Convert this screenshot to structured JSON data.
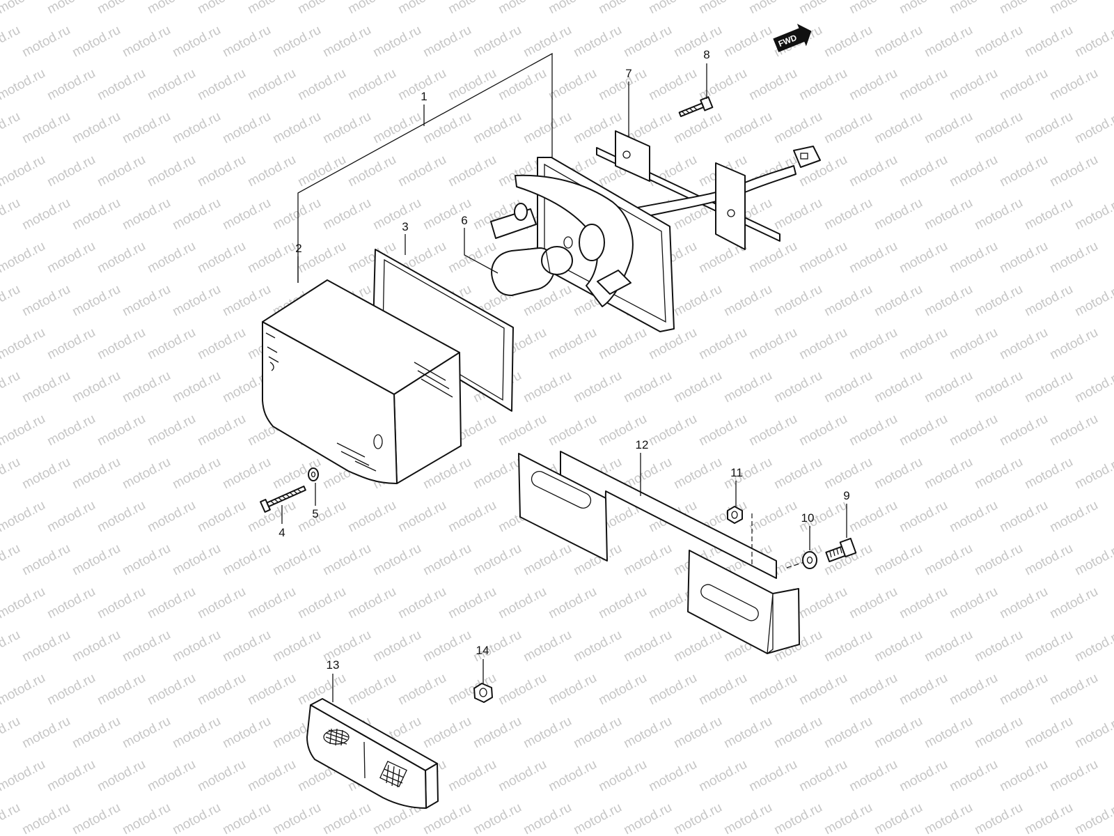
{
  "watermark": {
    "text": "motod.ru",
    "color": "#c6c6c6"
  },
  "direction_badge": {
    "label": "FWD",
    "icon": "forward-arrow-icon"
  },
  "callouts": {
    "c1": "1",
    "c2": "2",
    "c3": "3",
    "c4": "4",
    "c5": "5",
    "c6": "6",
    "c7": "7",
    "c8": "8",
    "c9": "9",
    "c10": "10",
    "c11": "11",
    "c12": "12",
    "c13": "13",
    "c14": "14"
  },
  "parts": [
    {
      "callout": "1",
      "icon": "taillight-assembly-bracket-icon"
    },
    {
      "callout": "2",
      "icon": "taillight-lens-icon"
    },
    {
      "callout": "3",
      "icon": "lens-gasket-icon"
    },
    {
      "callout": "4",
      "icon": "screw-icon"
    },
    {
      "callout": "5",
      "icon": "washer-icon"
    },
    {
      "callout": "6",
      "icon": "bulb-icon"
    },
    {
      "callout": "7",
      "icon": "socket-harness-icon"
    },
    {
      "callout": "8",
      "icon": "screw-icon"
    },
    {
      "callout": "9",
      "icon": "bolt-icon"
    },
    {
      "callout": "10",
      "icon": "washer-icon"
    },
    {
      "callout": "11",
      "icon": "nut-icon"
    },
    {
      "callout": "12",
      "icon": "license-bracket-icon"
    },
    {
      "callout": "13",
      "icon": "reflector-icon"
    },
    {
      "callout": "14",
      "icon": "nut-icon"
    }
  ]
}
